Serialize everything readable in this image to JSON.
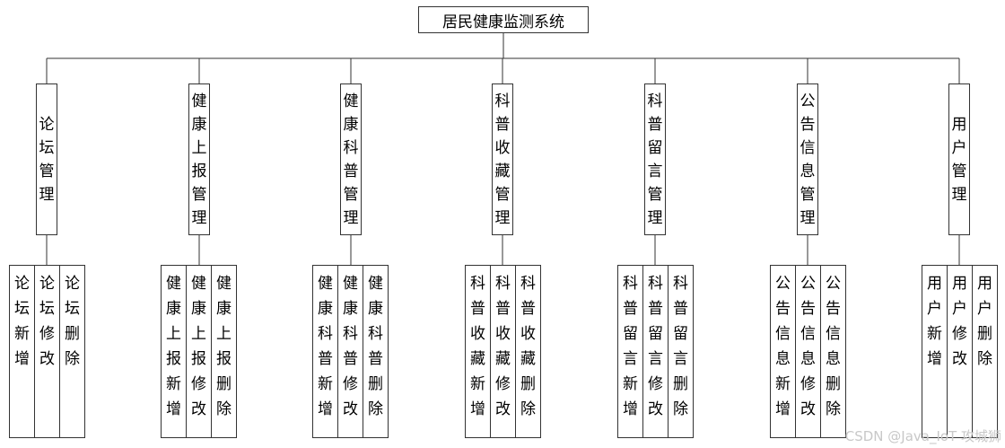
{
  "root": {
    "label": "居民健康监测系统"
  },
  "modules": [
    {
      "label": "论坛管理",
      "children": [
        "论坛新增",
        "论坛修改",
        "论坛删除"
      ]
    },
    {
      "label": "健康上报管理",
      "children": [
        "健康上报新增",
        "健康上报修改",
        "健康上报删除"
      ]
    },
    {
      "label": "健康科普管理",
      "children": [
        "健康科普新增",
        "健康科普修改",
        "健康科普删除"
      ]
    },
    {
      "label": "科普收藏管理",
      "children": [
        "科普收藏新增",
        "科普收藏修改",
        "科普收藏删除"
      ]
    },
    {
      "label": "科普留言管理",
      "children": [
        "科普留言新增",
        "科普留言修改",
        "科普留言删除"
      ]
    },
    {
      "label": "公告信息管理",
      "children": [
        "公告信息新增",
        "公告信息修改",
        "公告信息删除"
      ]
    },
    {
      "label": "用户管理",
      "children": [
        "用户新增",
        "用户修改",
        "用户删除"
      ]
    }
  ],
  "watermark": "CSDN @Java_IoT 攻城狮",
  "colors": {
    "line": "#333333",
    "box_border": "#333333",
    "watermark": "#c8c8c8"
  }
}
